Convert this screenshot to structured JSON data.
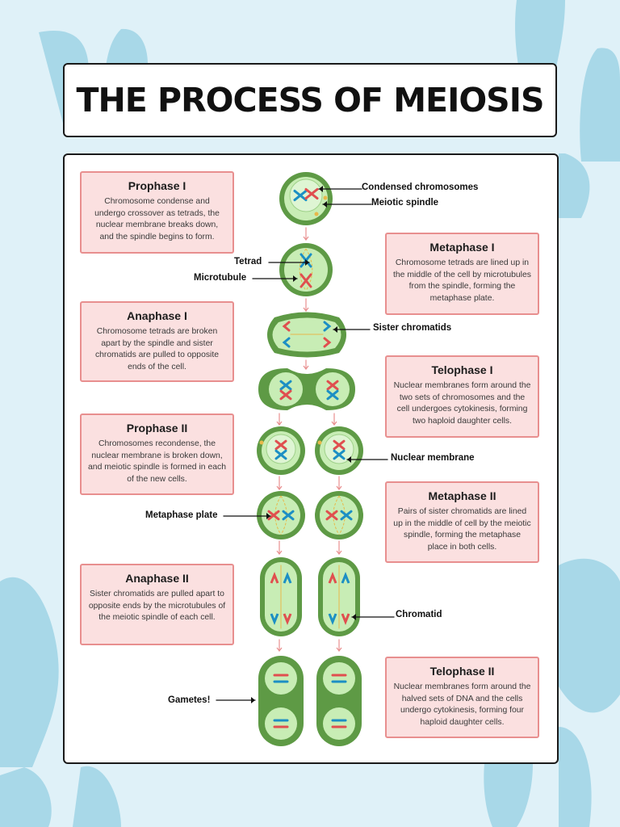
{
  "title": "THE PROCESS OF MEIOSIS",
  "colors": {
    "background": "#dff1f8",
    "shape": "#a8d8e8",
    "cell_outer": "#5e9a45",
    "cell_inner": "#c8edb5",
    "nucleus": "#def5d3",
    "chrom_red": "#e04f4f",
    "chrom_blue": "#1c8fc4",
    "box_fill": "#fbe0e0",
    "box_border": "#e88f8f",
    "arrow": "#e88f8f"
  },
  "phases": [
    {
      "title": "Prophase I",
      "text": "Chromosome condense and undergo crossover as tetrads, the nuclear membrane breaks down, and the spindle begins to form."
    },
    {
      "title": "Metaphase I",
      "text": "Chromosome tetrads are lined up in the middle of the cell by microtubules from the spindle, forming the metaphase plate."
    },
    {
      "title": "Anaphase I",
      "text": "Chromosome tetrads are broken apart by the spindle and sister chromatids are pulled to opposite ends of the cell."
    },
    {
      "title": "Telophase I",
      "text": "Nuclear membranes form around the two sets of chromosomes and the cell undergoes cytokinesis, forming two haploid daughter cells."
    },
    {
      "title": "Prophase II",
      "text": "Chromosomes recondense, the nuclear membrane is broken down, and meiotic spindle is formed in each of the new cells."
    },
    {
      "title": "Metaphase II",
      "text": "Pairs of sister chromatids are lined up in the middle of cell by the meiotic spindle, forming the metaphase place in both cells."
    },
    {
      "title": "Anaphase II",
      "text": "Sister chromatids are pulled apart to opposite ends  by the microtubules of the meiotic spindle of each cell."
    },
    {
      "title": "Telophase II",
      "text": "Nuclear membranes form around the halved sets of DNA and the cells undergo cytokinesis, forming four haploid daughter cells."
    }
  ],
  "labels": {
    "condensed_chromosomes": "Condensed chromosomes",
    "meiotic_spindle": "Meiotic spindle",
    "tetrad": "Tetrad",
    "microtubule": "Microtubule",
    "sister_chromatids": "Sister chromatids",
    "nuclear_membrane": "Nuclear membrane",
    "metaphase_plate": "Metaphase plate",
    "chromatid": "Chromatid",
    "gametes": "Gametes!"
  }
}
